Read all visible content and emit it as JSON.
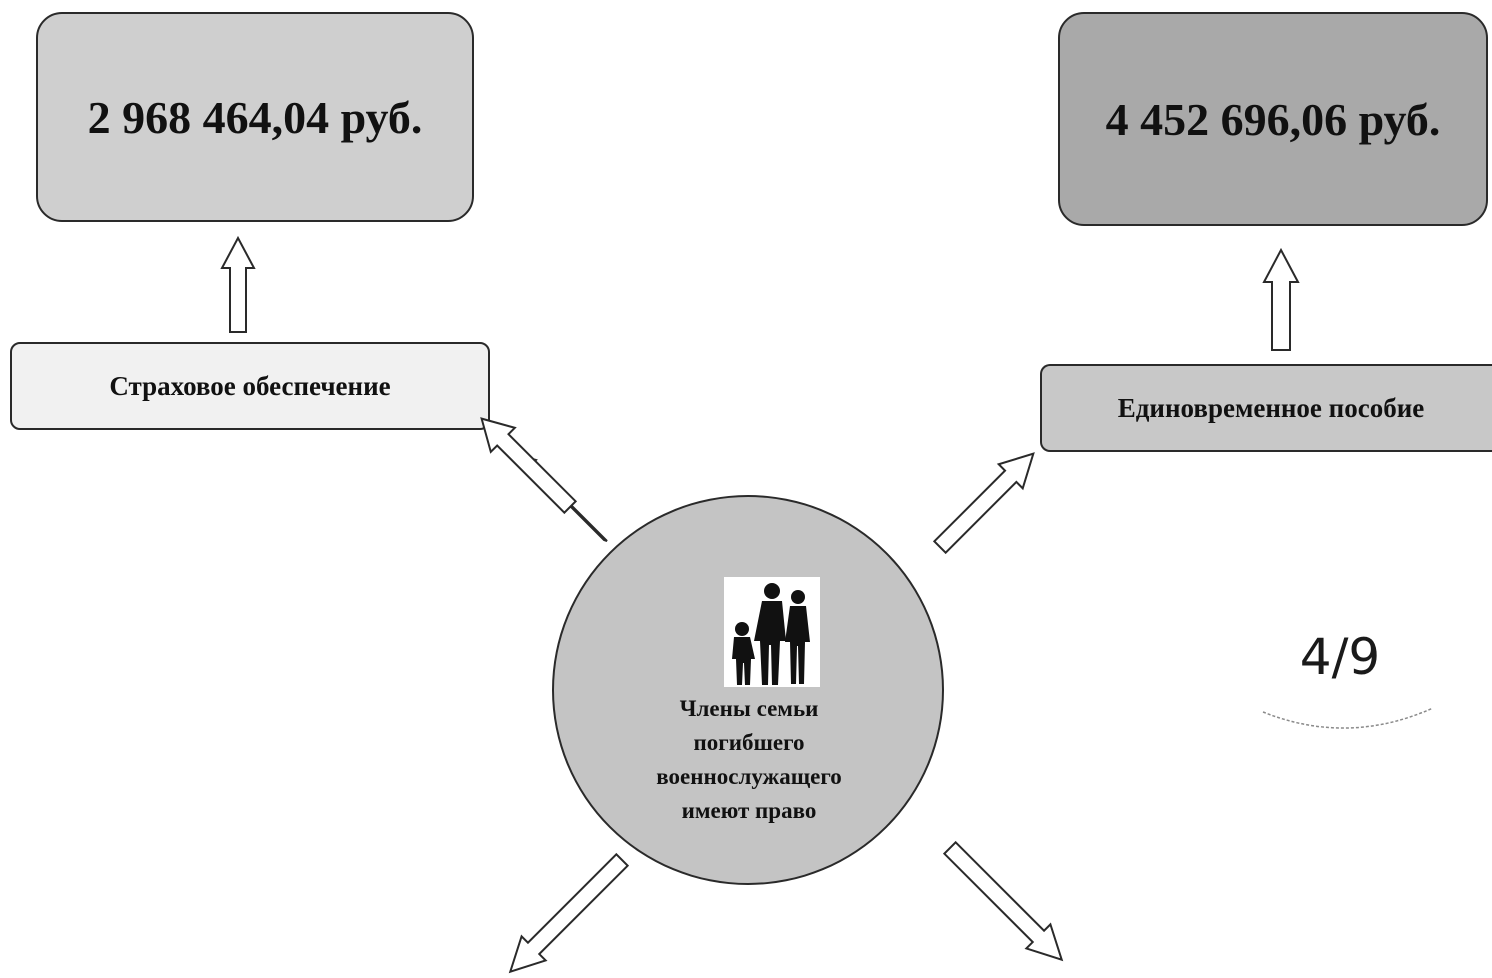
{
  "insurance": {
    "amount": "2 968 464,04 руб.",
    "label": "Страховое обеспечение"
  },
  "lump_sum": {
    "amount": "4 452 696,06 руб.",
    "label": "Единовременное пособие"
  },
  "center": {
    "text": "Члены семьи\nпогибшего\nвоеннослужащего\nимеют право",
    "icon": "family-silhouette-icon"
  },
  "page_indicator": "4/9",
  "colors": {
    "insurance_amount_fill": "#cfcfcf",
    "lump_sum_amount_fill": "#a9a9a9",
    "insurance_label_fill": "#f1f1f1",
    "lump_sum_label_fill": "#c8c8c8",
    "hub_fill": "#c4c4c4"
  }
}
